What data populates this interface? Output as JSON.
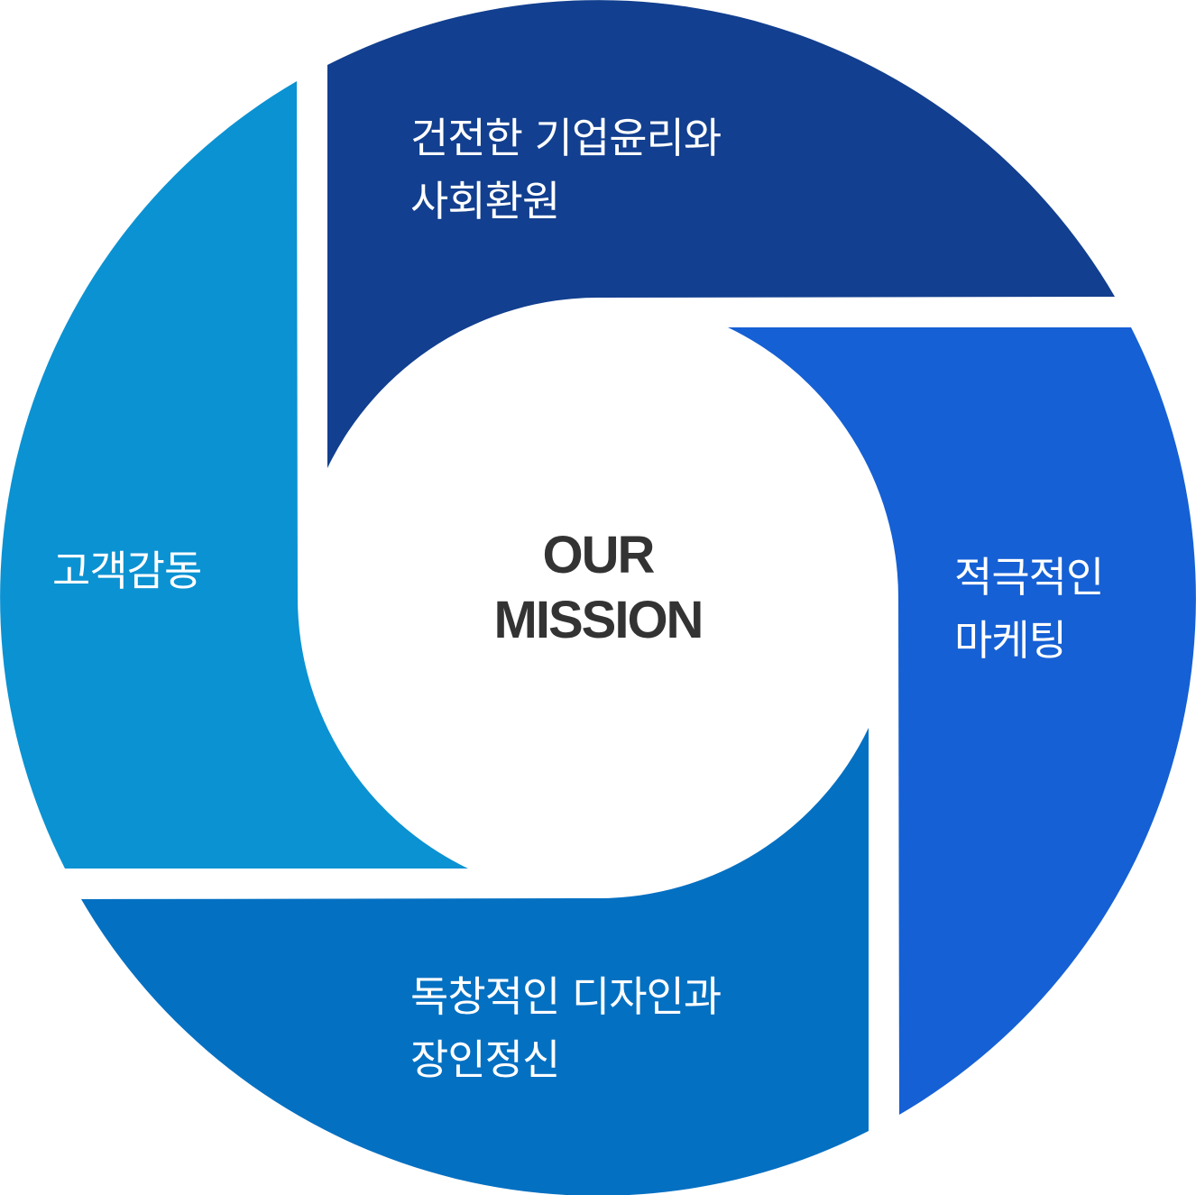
{
  "center": {
    "line1": "OUR",
    "line2": "MISSION"
  },
  "segments": [
    {
      "line1": "건전한 기업윤리와",
      "line2": "사회환원",
      "color": "#123f8f"
    },
    {
      "line1": "적극적인",
      "line2": "마케팅",
      "color": "#1560d4"
    },
    {
      "line1": "독창적인 디자인과",
      "line2": "장인정신",
      "color": "#0470c2"
    },
    {
      "line1": "고객감동",
      "color": "#0b92d2"
    }
  ]
}
